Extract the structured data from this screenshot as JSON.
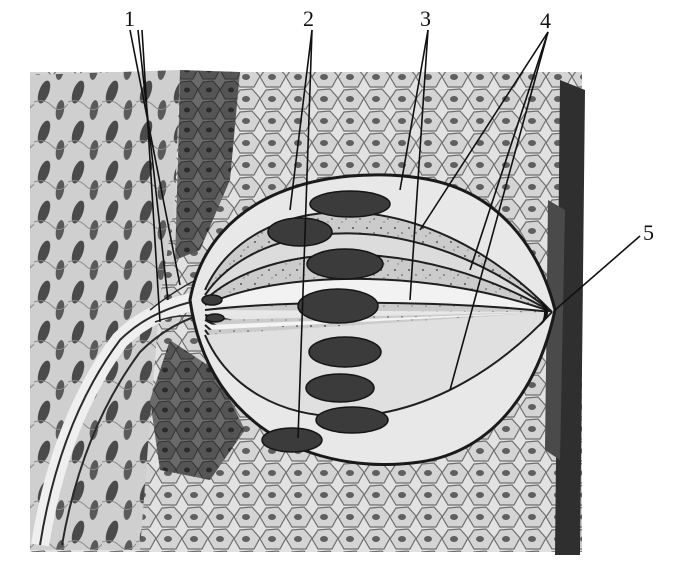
{
  "figure": {
    "callout_labels": [
      "1",
      "2",
      "3",
      "4",
      "5"
    ],
    "colors": {
      "ink": "#1a1a1a",
      "tissue_light": "#d6d6d6",
      "tissue_dark": "#5a5a5a",
      "cell_outline": "#7a7a7a",
      "nucleus": "#3a3a3a",
      "bud_fill": "#c8c8c8",
      "paper": "#ffffff"
    }
  }
}
